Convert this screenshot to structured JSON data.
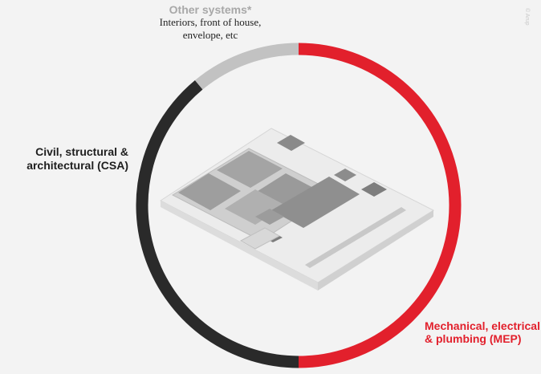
{
  "copyright": "© Arup",
  "chart_data": {
    "type": "pie",
    "style": "donut",
    "slices": [
      {
        "key": "mep",
        "title": "Mechanical, electrical & plumbing (MEP)",
        "value": 50,
        "color": "#e2202c"
      },
      {
        "key": "csa",
        "title": "Civil, structural & architectural (CSA)",
        "value": 39,
        "color": "#2a2a2a"
      },
      {
        "key": "other",
        "title": "Other systems*",
        "value": 11,
        "color": "#c2c2c2"
      }
    ],
    "labels": {
      "other_title": "Other systems*",
      "other_sub": "Interiors, front of house, envelope, etc",
      "csa": "Civil, structural & architectural (CSA)",
      "mep": "Mechanical, electrical & plumbing (MEP)"
    },
    "legend": "none"
  }
}
